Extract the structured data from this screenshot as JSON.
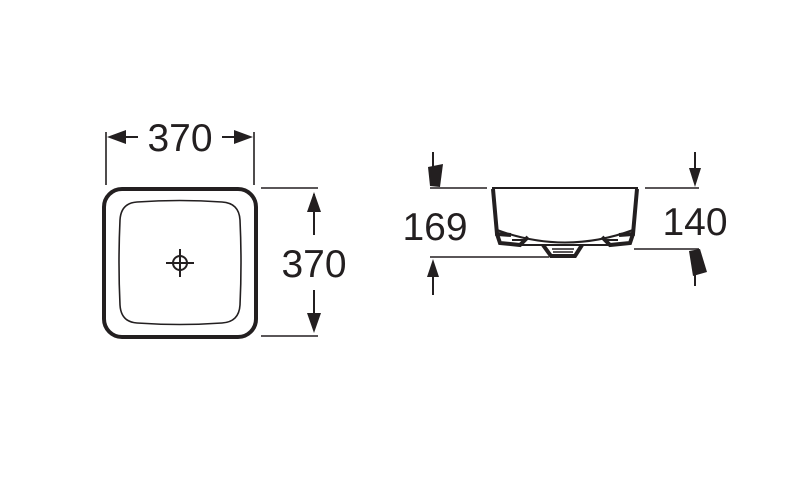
{
  "drawing": {
    "background": "#ffffff",
    "line_color": "#231f20",
    "top_view": {
      "width_label": "370",
      "depth_label": "370",
      "drain_symbol": "crosshair"
    },
    "side_view": {
      "total_height_label": "169",
      "basin_height_label": "140"
    }
  }
}
